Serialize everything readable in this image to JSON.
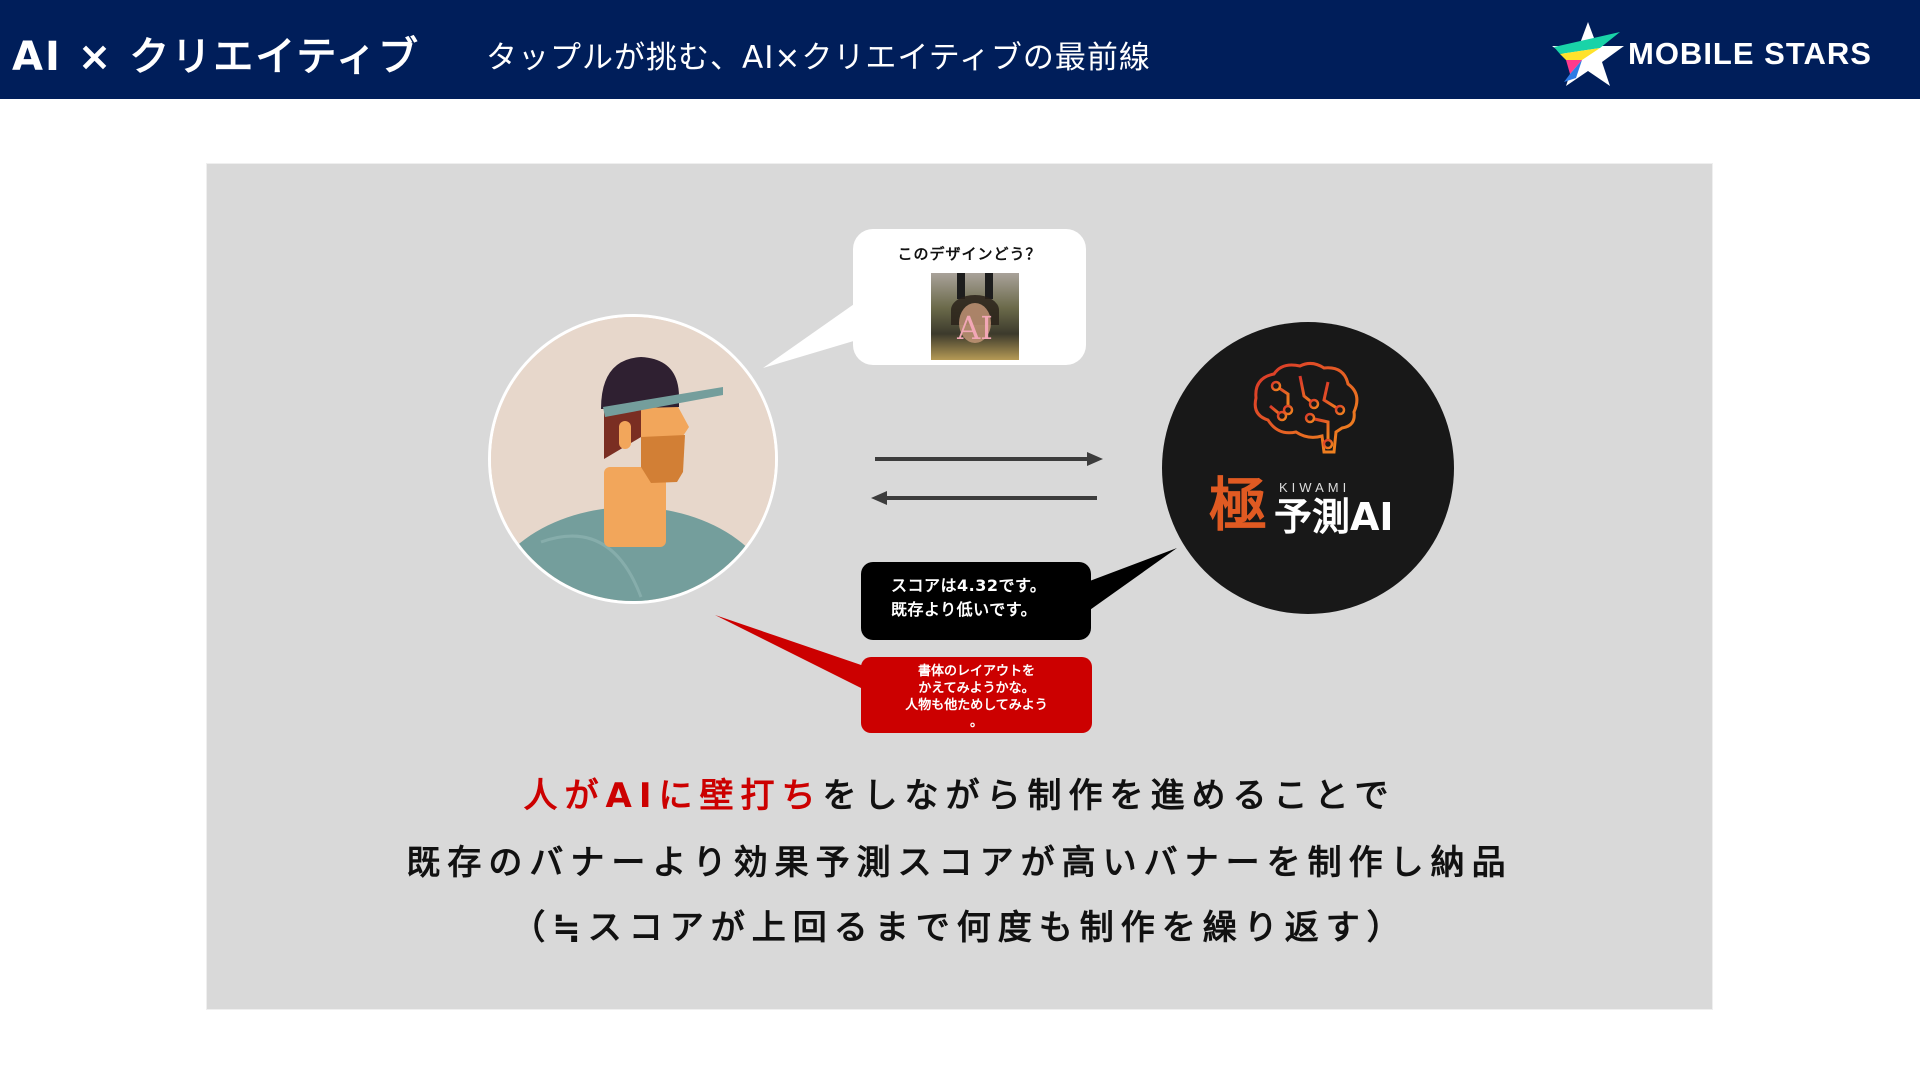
{
  "header": {
    "title": "AI × クリエイティブ",
    "subtitle": "タップルが挑む、AI×クリエイティブの最前線",
    "background_color": "#001e5a",
    "logo": {
      "text": "MOBILE STARS",
      "icon": "rainbow-star-icon"
    }
  },
  "diagram": {
    "background_color": "#d9d9d9",
    "person": {
      "icon": "person-avatar-icon"
    },
    "ai": {
      "icon": "brain-circuit-icon",
      "kiwami_label": "KIWAMI",
      "kanji": "極",
      "name": "予測AI",
      "brand_color": "#e05a22"
    },
    "question_bubble": {
      "text": "このデザインどう？",
      "thumbnail_text": "AI",
      "thumbnail_icon": "banner-thumbnail-image"
    },
    "score_bubble": {
      "text": "スコアは4.32です。\n既存より低いです。",
      "score": "4.32"
    },
    "reply_bubble": {
      "text": "書体のレイアウトを\nかえてみようかな。\n人物も他ためしてみよう\n。",
      "color": "#cc0000"
    },
    "arrows": {
      "right": "arrow-right-icon",
      "left": "arrow-left-icon"
    }
  },
  "statement": {
    "line1_highlight": "人がAIに壁打ち",
    "line1_rest": "をしながら制作を進めることで",
    "line2": "既存のバナーより効果予測スコアが高いバナーを制作し納品",
    "line3": "（≒スコアが上回るまで何度も制作を繰り返す）",
    "highlight_color": "#cc0000"
  }
}
